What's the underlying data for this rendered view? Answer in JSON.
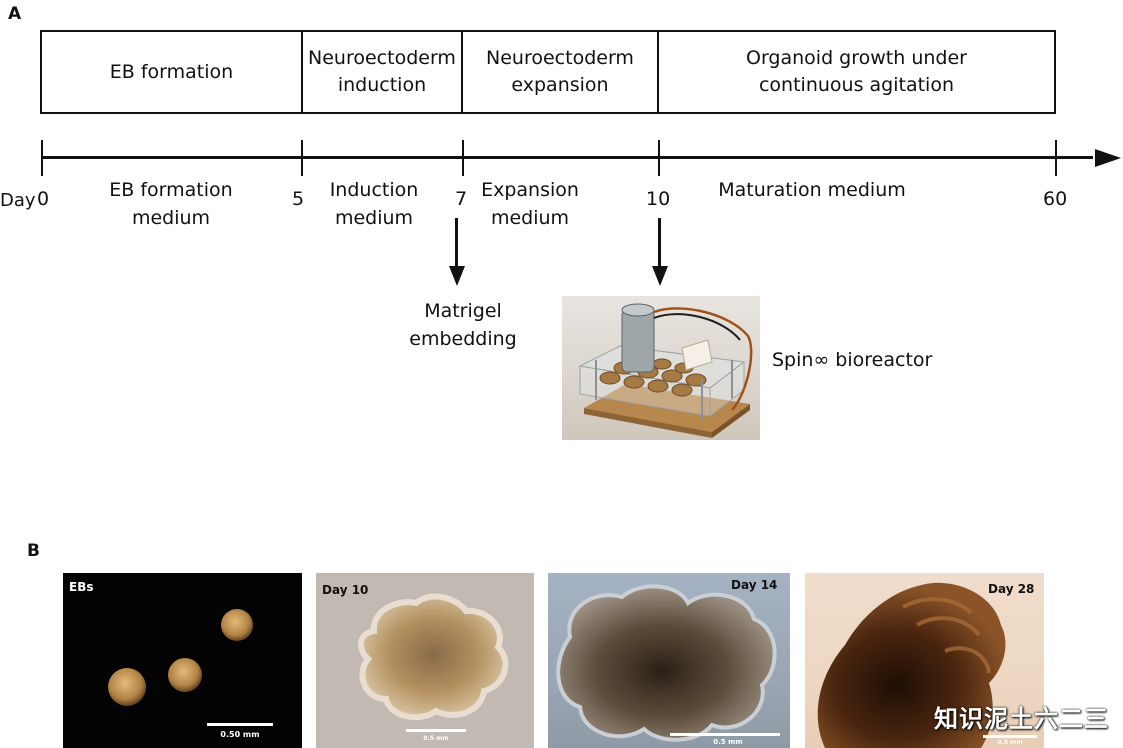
{
  "panel_a": {
    "letter": "A",
    "stages": [
      {
        "label": "EB formation"
      },
      {
        "label": "Neuroectoderm\ninduction"
      },
      {
        "label": "Neuroectoderm\nexpansion"
      },
      {
        "label": "Organoid growth under\ncontinuous agitation"
      }
    ],
    "day_prefix": "Day",
    "days": [
      "0",
      "5",
      "7",
      "10",
      "60"
    ],
    "media": [
      "EB formation\nmedium",
      "Induction\nmedium",
      "Expansion\nmedium",
      "Maturation medium"
    ],
    "matrigel_note": "Matrigel\nembedding",
    "bioreactor_note": "Spin∞ bioreactor"
  },
  "panel_b": {
    "letter": "B",
    "images": [
      {
        "label": "EBs",
        "scale": "0.50 mm"
      },
      {
        "label": "Day 10",
        "scale": "0.5 mm"
      },
      {
        "label": "Day 14",
        "scale": "0.5 mm"
      },
      {
        "label": "Day 28",
        "scale": "0.5 mm"
      }
    ]
  },
  "watermark": "知识泥土六二三"
}
